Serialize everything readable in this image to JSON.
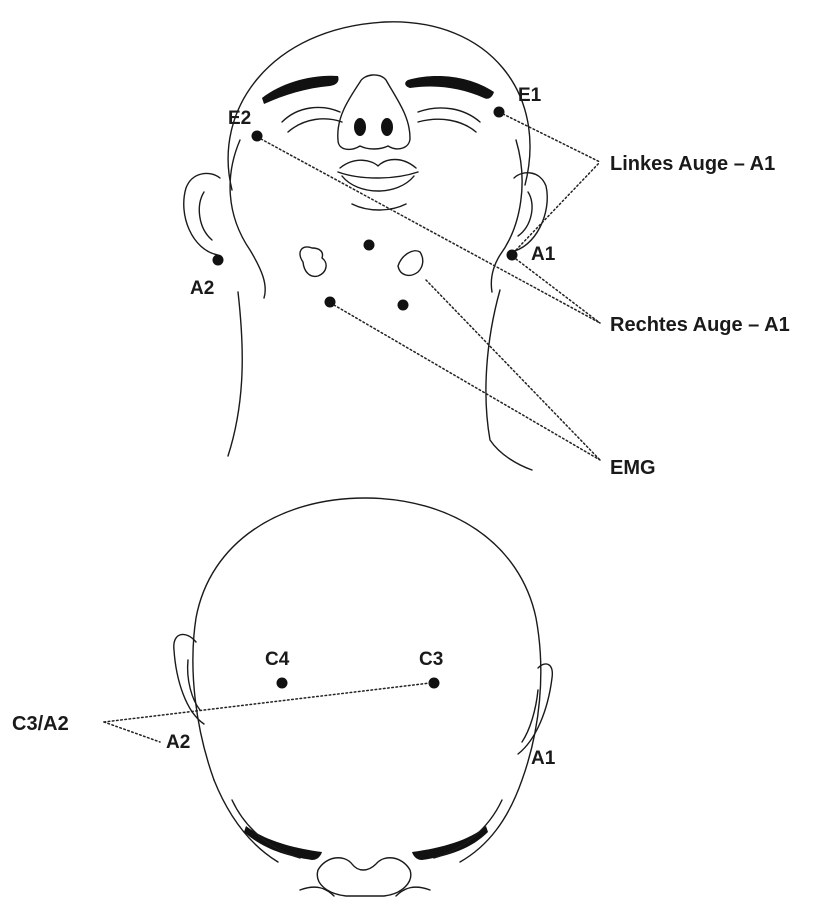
{
  "figure": {
    "top_view": {
      "labels": {
        "e1": "E1",
        "e2": "E2",
        "a1": "A1",
        "a2": "A2",
        "left_eye": "Linkes Auge – A1",
        "right_eye": "Rechtes Auge – A1",
        "emg": "EMG"
      }
    },
    "bottom_view": {
      "labels": {
        "c3": "C3",
        "c4": "C4",
        "a1": "A1",
        "a2": "A2",
        "c3a2": "C3/A2"
      }
    }
  }
}
